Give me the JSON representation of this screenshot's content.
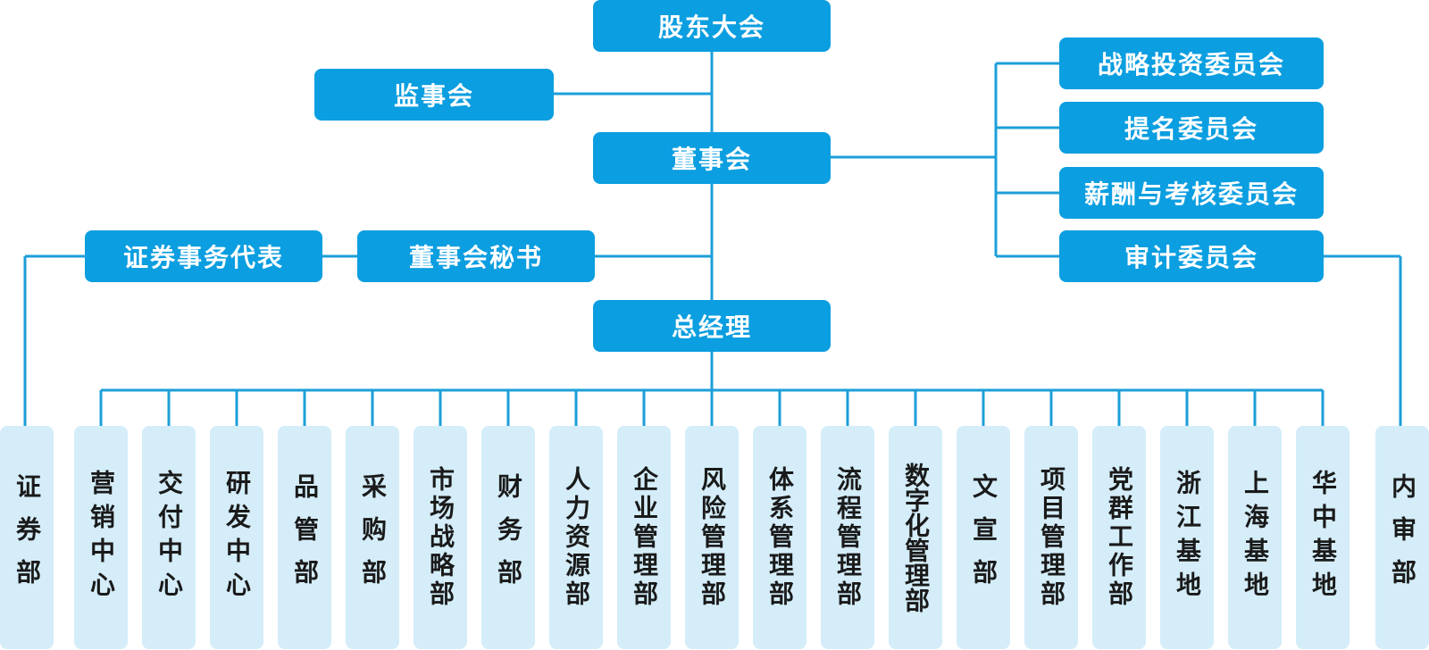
{
  "top": {
    "shareholders": "股东大会",
    "supervisory": "监事会",
    "board": "董事会",
    "secretary": "董事会秘书",
    "securities_rep": "证券事务代表",
    "general_manager": "总经理"
  },
  "committees": [
    "战略投资委员会",
    "提名委员会",
    "薪酬与考核委员会",
    "审计委员会"
  ],
  "departments": [
    "证券部",
    "营销中心",
    "交付中心",
    "研发中心",
    "品管部",
    "采购部",
    "市场战略部",
    "财务部",
    "人力资源部",
    "企业管理部",
    "风险管理部",
    "体系管理部",
    "流程管理部",
    "数字化管理部",
    "文宣部",
    "项目管理部",
    "党群工作部",
    "浙江基地",
    "上海基地",
    "华中基地",
    "内审部"
  ],
  "colors": {
    "box": "#0b9ee0",
    "dept": "#d4edf9",
    "line": "#1c9fd8"
  }
}
